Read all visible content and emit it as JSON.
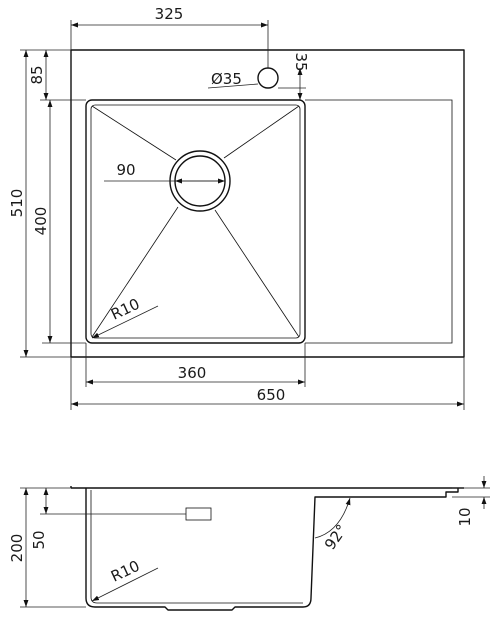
{
  "top_view": {
    "overall_depth_mm": "510",
    "overall_width_mm": "650",
    "bowl_width_mm": "360",
    "bowl_length_mm": "400",
    "bowl_offset_mm": "85",
    "tap_hole_position_mm": "325",
    "tap_hole_diameter_mm": "Ø35",
    "tap_hole_offset_mm": "35",
    "drain_diameter_mm": "90",
    "corner_radius_mm": "R10"
  },
  "side_view": {
    "bowl_depth_mm": "200",
    "overflow_height_mm": "50",
    "drainboard_step_mm": "10",
    "wall_angle": "92°",
    "corner_radius_mm": "R10"
  }
}
